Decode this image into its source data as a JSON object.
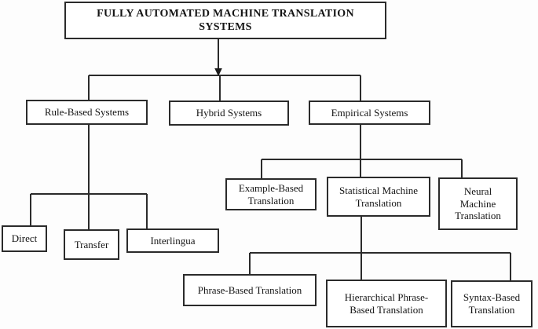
{
  "diagram": {
    "kind": "taxonomy-tree",
    "colors": {
      "background": "#fdfdfd",
      "box_fill": "#ffffff",
      "box_border": "#2b2b2b",
      "line": "#2b2b2b",
      "text": "#141414"
    },
    "nodes": {
      "root": {
        "label": "FULLY AUTOMATED MACHINE TRANSLATION SYSTEMS",
        "children": [
          "rule_based",
          "hybrid",
          "empirical"
        ]
      },
      "rule_based": {
        "label": "Rule-Based Systems",
        "children": [
          "direct",
          "transfer",
          "interlingua"
        ]
      },
      "hybrid": {
        "label": "Hybrid Systems",
        "children": []
      },
      "empirical": {
        "label": "Empirical Systems",
        "children": [
          "example_based",
          "statistical",
          "neural"
        ]
      },
      "direct": {
        "label": "Direct",
        "children": []
      },
      "transfer": {
        "label": "Transfer",
        "children": []
      },
      "interlingua": {
        "label": "Interlingua",
        "children": []
      },
      "example_based": {
        "label": "Example-Based Translation",
        "children": []
      },
      "statistical": {
        "label": "Statistical Machine Translation",
        "children": [
          "phrase_based",
          "hierarchical_phrase_based",
          "syntax_based"
        ]
      },
      "neural": {
        "label": "Neural Machine Translation",
        "children": []
      },
      "phrase_based": {
        "label": "Phrase-Based Translation",
        "children": []
      },
      "hierarchical_phrase_based": {
        "label": "Hierarchical Phrase-Based Translation",
        "children": []
      },
      "syntax_based": {
        "label": "Syntax-Based Translation",
        "children": []
      }
    }
  }
}
